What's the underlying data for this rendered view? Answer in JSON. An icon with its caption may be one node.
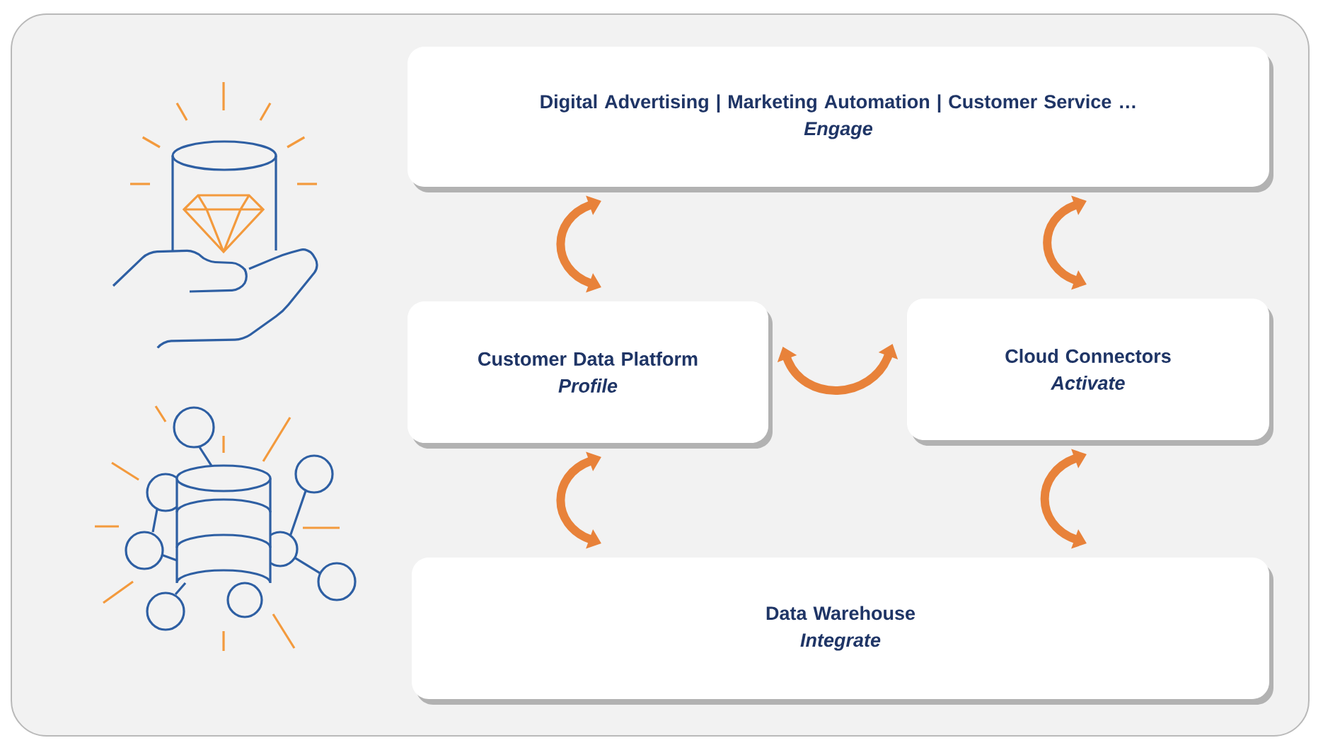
{
  "diagram": {
    "nodes": [
      {
        "text": [
          "Digital Advertising | Marketing Automation | Customer Service …",
          "Engage"
        ]
      },
      {
        "text": [
          "Customer Data Platform",
          "Profile"
        ]
      },
      {
        "text": [
          "Cloud Connectors",
          "Activate"
        ]
      },
      {
        "text": [
          "Data Warehouse",
          "Integrate"
        ]
      }
    ],
    "edges": [
      {
        "from": 0,
        "to": 1,
        "arrow": "both"
      },
      {
        "from": 0,
        "to": 2,
        "arrow": "both"
      },
      {
        "from": 1,
        "to": 2,
        "arrow": "both"
      },
      {
        "from": 1,
        "to": 3,
        "arrow": "both"
      },
      {
        "from": 2,
        "to": 3,
        "arrow": "both"
      }
    ]
  }
}
